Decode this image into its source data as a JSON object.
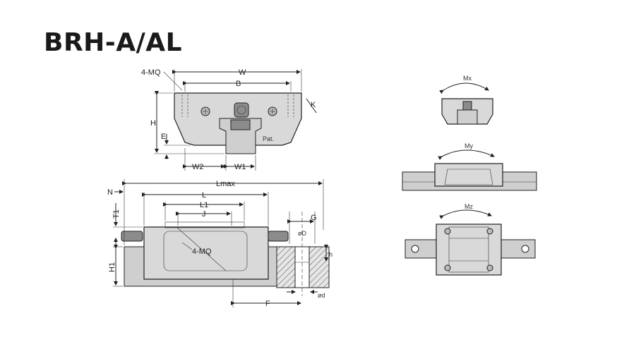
{
  "title": "BRH-A/AL",
  "front_view": {
    "labels": {
      "mq": "4-MQ",
      "w": "W",
      "b": "B",
      "h": "H",
      "e": "E",
      "k": "K",
      "pat": "Pat.",
      "w2": "W2",
      "w1": "W1"
    }
  },
  "side_view": {
    "labels": {
      "n": "N",
      "lmax": "Lmax",
      "l": "L",
      "l1": "L1",
      "j": "J",
      "t1": "T1",
      "h1": "H1",
      "mq": "4-MQ",
      "g": "G",
      "D": "øD",
      "h": "h",
      "d": "ød",
      "f": "F"
    }
  },
  "moment_views": {
    "mx": "Mx",
    "my": "My",
    "mz": "Mz"
  },
  "colors": {
    "body": "#d9d9d9",
    "line": "#222222",
    "accent": "#8c8c8c"
  }
}
